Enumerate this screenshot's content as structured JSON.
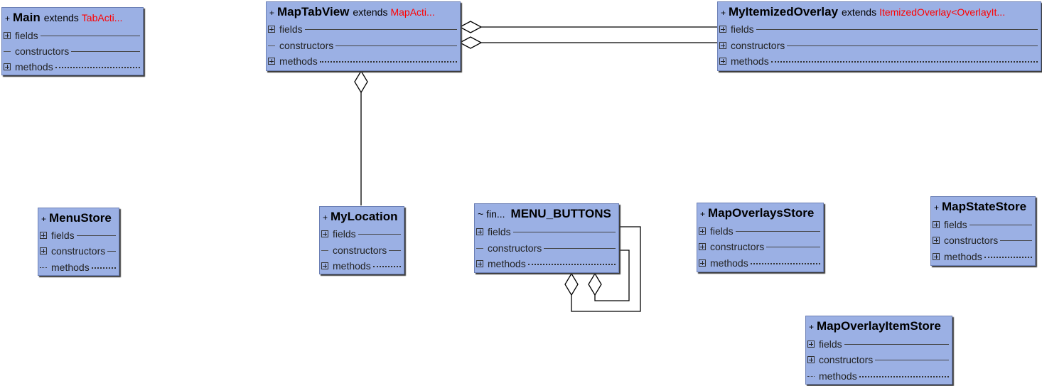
{
  "classes": {
    "main": {
      "modifier": "+",
      "name": "Main",
      "extends_kw": "extends",
      "superclass": "TabActi..."
    },
    "maptabview": {
      "modifier": "+",
      "name": "MapTabView",
      "extends_kw": "extends",
      "superclass": "MapActi..."
    },
    "myitemizedoverlay": {
      "modifier": "+",
      "name": "MyItemizedOverlay",
      "extends_kw": "extends",
      "superclass": "ItemizedOverlay<OverlayIt..."
    },
    "menustore": {
      "modifier": "+",
      "name": "MenuStore"
    },
    "mylocation": {
      "modifier": "+",
      "name": "MyLocation"
    },
    "menu_buttons": {
      "modifier": "~ fin...",
      "name": "MENU_BUTTONS"
    },
    "mapoverlaysstore": {
      "modifier": "+",
      "name": "MapOverlaysStore"
    },
    "mapstatestore": {
      "modifier": "+",
      "name": "MapStateStore"
    },
    "mapoverlayitemstore": {
      "modifier": "+",
      "name": "MapOverlayItemStore"
    }
  },
  "sections": {
    "fields": "fields",
    "constructors": "constructors",
    "methods": "methods"
  },
  "colors": {
    "box_fill": "#9bb0e4",
    "superclass_text": "#ff0000",
    "line": "#000000"
  }
}
